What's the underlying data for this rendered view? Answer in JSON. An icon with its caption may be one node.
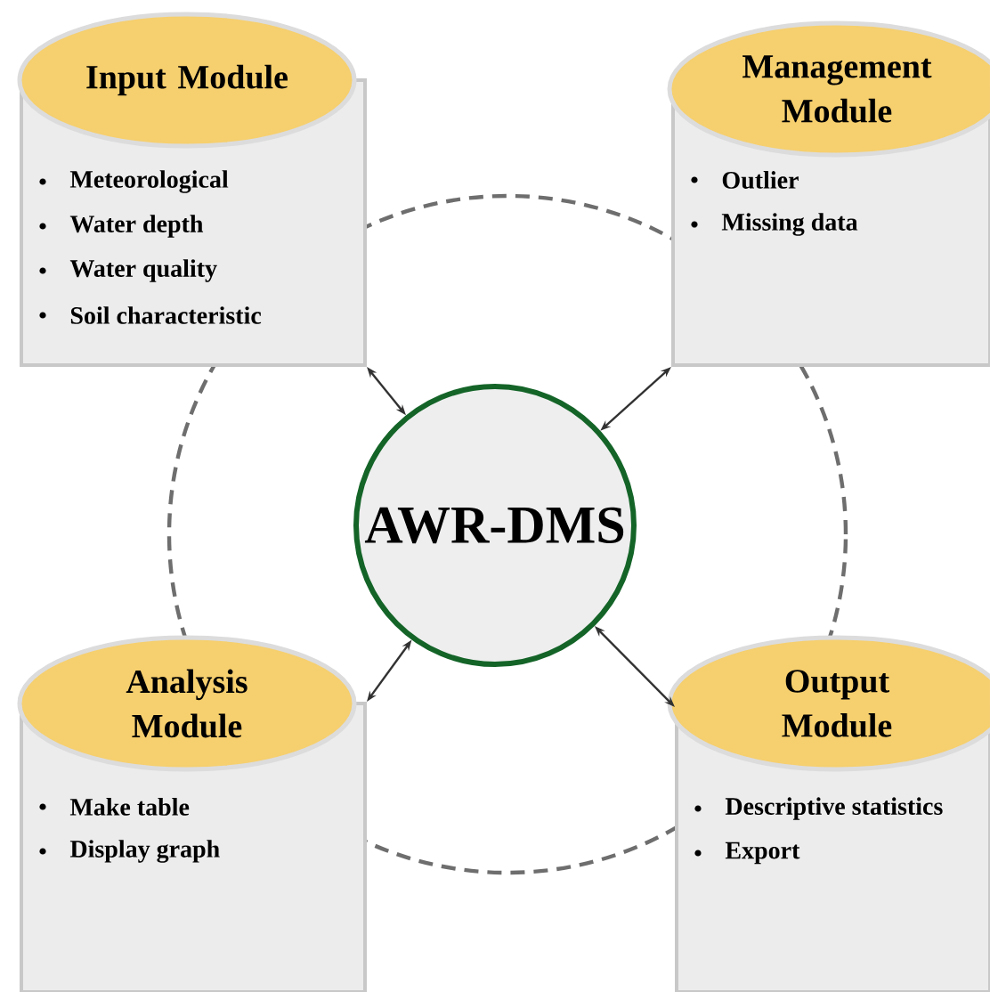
{
  "diagram": {
    "nodes": [
      {
        "text": [
          "Input Module",
          "Meteorological",
          "Water depth",
          "Water quality",
          "Soil characteristic"
        ]
      },
      {
        "text": [
          "Management Module",
          "Outlier",
          "Missing data"
        ]
      },
      {
        "text": [
          "AWR-DMS"
        ]
      },
      {
        "text": [
          "Analysis Module",
          "Make table",
          "Display graph"
        ]
      },
      {
        "text": [
          "Output Module",
          "Descriptive statistics",
          "Export"
        ]
      }
    ],
    "edges": [
      {
        "from": 2,
        "to": 0,
        "arrow": "both"
      },
      {
        "from": 2,
        "to": 1,
        "arrow": "both"
      },
      {
        "from": 2,
        "to": 3,
        "arrow": "both"
      },
      {
        "from": 2,
        "to": 4,
        "arrow": "both"
      }
    ]
  }
}
